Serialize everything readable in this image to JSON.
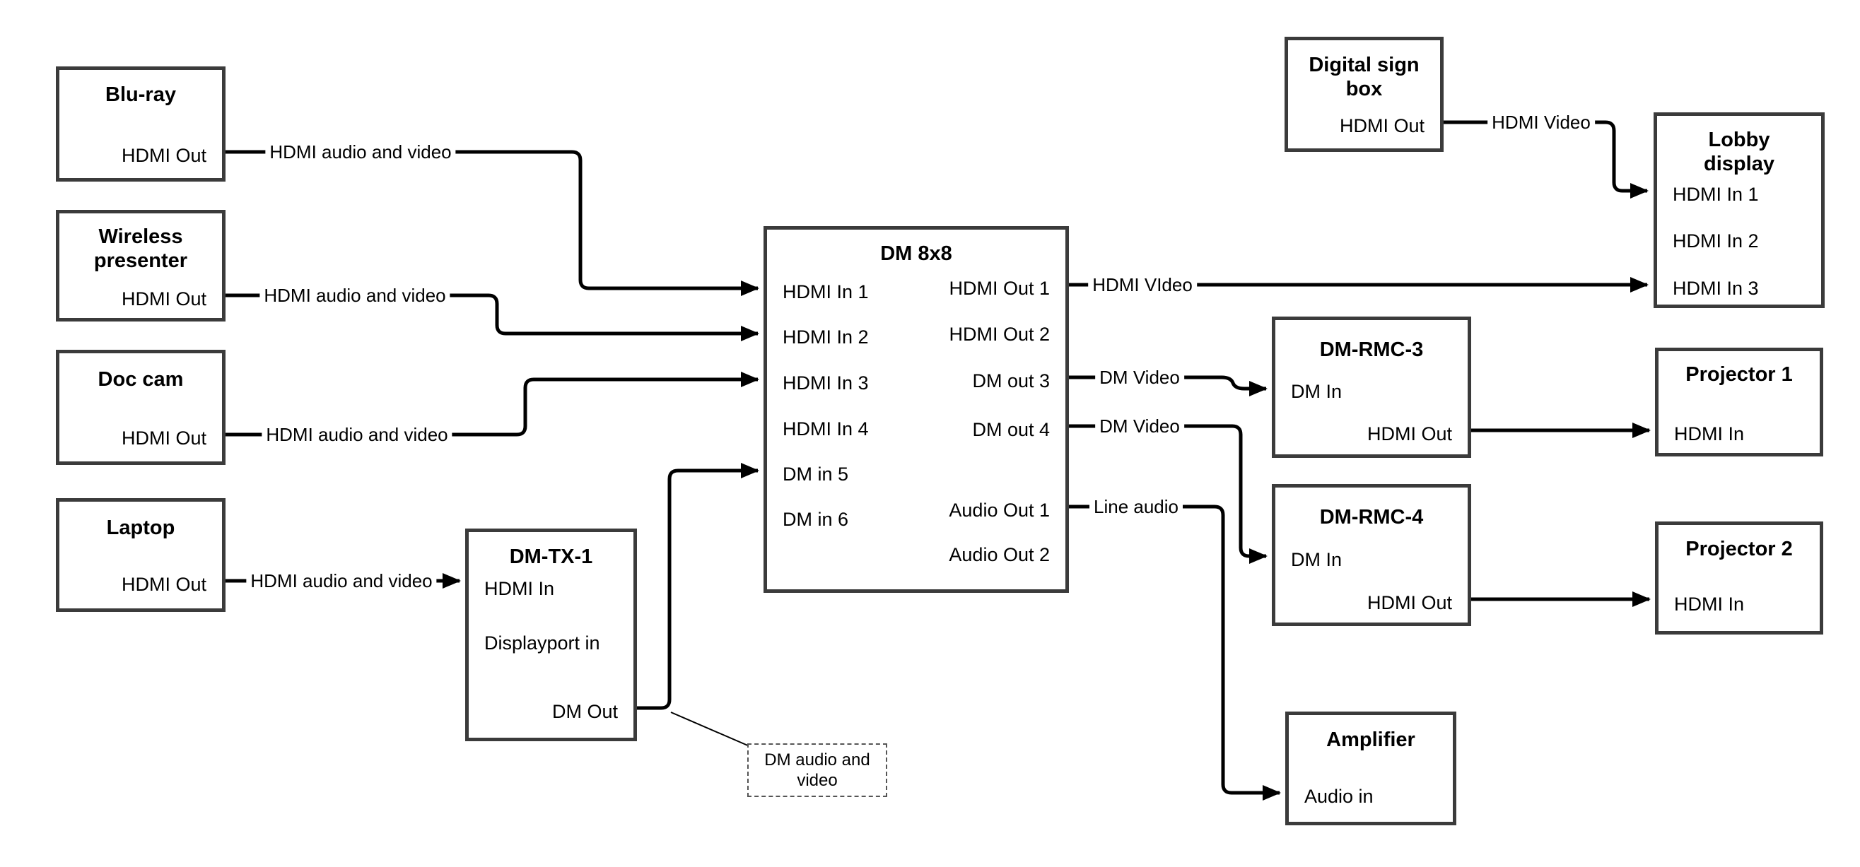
{
  "colors": {
    "background": "#ffffff",
    "ink": "#000000",
    "box_border": "#3b3b3b"
  },
  "nodes": {
    "bluray": {
      "title": "Blu-ray",
      "port_hdmi_out": "HDMI Out"
    },
    "wireless_presenter": {
      "title": "Wireless presenter",
      "port_hdmi_out": "HDMI Out"
    },
    "doc_cam": {
      "title": "Doc cam",
      "port_hdmi_out": "HDMI Out"
    },
    "laptop": {
      "title": "Laptop",
      "port_hdmi_out": "HDMI Out"
    },
    "dm_tx_1": {
      "title": "DM-TX-1",
      "port_hdmi_in": "HDMI In",
      "port_displayport_in": "Displayport in",
      "port_dm_out": "DM Out"
    },
    "dm_8x8": {
      "title": "DM 8x8",
      "inputs": [
        "HDMI In 1",
        "HDMI In 2",
        "HDMI In 3",
        "HDMI In 4",
        "DM in 5",
        "DM in 6"
      ],
      "outputs": [
        "HDMI Out 1",
        "HDMI Out 2",
        "DM out 3",
        "DM out 4",
        "Audio Out 1",
        "Audio Out 2"
      ]
    },
    "digital_sign_box": {
      "title": "Digital sign box",
      "port_hdmi_out": "HDMI Out"
    },
    "lobby_display": {
      "title": "Lobby display",
      "inputs": [
        "HDMI In 1",
        "HDMI In 2",
        "HDMI In 3"
      ]
    },
    "dm_rmc_3": {
      "title": "DM-RMC-3",
      "port_dm_in": "DM In",
      "port_hdmi_out": "HDMI Out"
    },
    "projector_1": {
      "title": "Projector 1",
      "port_hdmi_in": "HDMI In"
    },
    "dm_rmc_4": {
      "title": "DM-RMC-4",
      "port_dm_in": "DM In",
      "port_hdmi_out": "HDMI Out"
    },
    "projector_2": {
      "title": "Projector 2",
      "port_hdmi_in": "HDMI In"
    },
    "amplifier": {
      "title": "Amplifier",
      "port_audio_in": "Audio in"
    }
  },
  "connection_labels": {
    "bluray_to_dm8x8": "HDMI audio and video",
    "wireless_to_dm8x8": "HDMI audio and video",
    "doccam_to_dm8x8": "HDMI audio and video",
    "laptop_to_dmtx1": "HDMI audio and video",
    "dm8x8_to_lobby": "HDMI VIdeo",
    "dm8x8_to_rmc3": "DM Video",
    "dm8x8_to_rmc4": "DM Video",
    "dm8x8_to_amp": "Line audio",
    "digisign_to_lobby": "HDMI Video"
  },
  "callout": {
    "text": "DM audio and video"
  }
}
